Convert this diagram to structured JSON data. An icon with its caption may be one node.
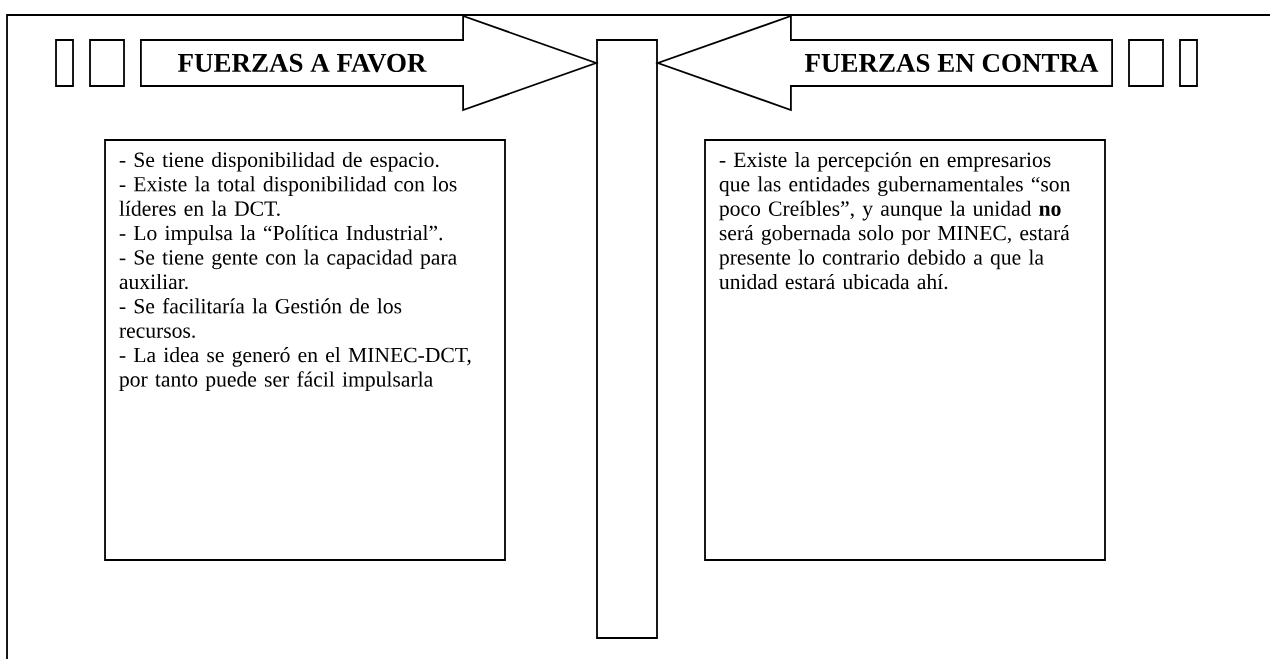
{
  "diagram": {
    "nodes": [
      {
        "text": [],
        "shape": "box"
      },
      {
        "text": [],
        "shape": "box"
      },
      {
        "text": [],
        "shape": "bar"
      },
      {
        "text": [],
        "shape": "box"
      },
      {
        "text": [],
        "shape": "box"
      },
      {
        "text": [
          "- Se tiene disponibilidad de espacio.",
          "- Existe la total disponibilidad con los líderes en la DCT.",
          "- Lo impulsa la “Política Industrial”.",
          "- Se tiene gente con la capacidad para auxiliar.",
          "- Se facilitaría la Gestión de los recursos.",
          "- La idea se generó en el MINEC-DCT, por tanto puede ser fácil impulsarla"
        ]
      },
      {
        "text": [
          "- Existe la percepción en empresarios que las entidades gubernamentales “son poco Creíbles”, y aunque la unidad **no** será gobernada solo por MINEC, estará presente lo contrario debido a que la unidad estará ubicada ahí."
        ]
      }
    ],
    "edges": [
      {
        "from": 1,
        "to": 2,
        "arrow": "to",
        "label": "FUERZAS A FAVOR"
      },
      {
        "from": 3,
        "to": 2,
        "arrow": "to",
        "label": "FUERZAS EN CONTRA"
      }
    ]
  }
}
